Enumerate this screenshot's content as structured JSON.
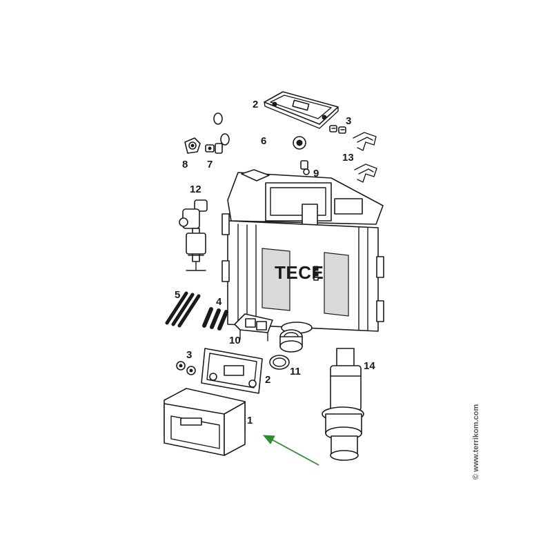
{
  "brand": {
    "text": "TECE"
  },
  "watermark": {
    "text": "© www.terrikom.com"
  },
  "callouts": [
    {
      "id": "label-2-top",
      "text": "2"
    },
    {
      "id": "label-3-top",
      "text": "3"
    },
    {
      "id": "label-6",
      "text": "6"
    },
    {
      "id": "label-8",
      "text": "8"
    },
    {
      "id": "label-7",
      "text": "7"
    },
    {
      "id": "label-9",
      "text": "9"
    },
    {
      "id": "label-13",
      "text": "13"
    },
    {
      "id": "label-12",
      "text": "12"
    },
    {
      "id": "label-5",
      "text": "5"
    },
    {
      "id": "label-4",
      "text": "4"
    },
    {
      "id": "label-10",
      "text": "10"
    },
    {
      "id": "label-11",
      "text": "11"
    },
    {
      "id": "label-3-bottom",
      "text": "3"
    },
    {
      "id": "label-2-bottom",
      "text": "2"
    },
    {
      "id": "label-14",
      "text": "14"
    },
    {
      "id": "label-1",
      "text": "1"
    }
  ],
  "colors": {
    "line": "#1a1a1a",
    "arrow": "#2e8b2e",
    "background": "#ffffff"
  }
}
